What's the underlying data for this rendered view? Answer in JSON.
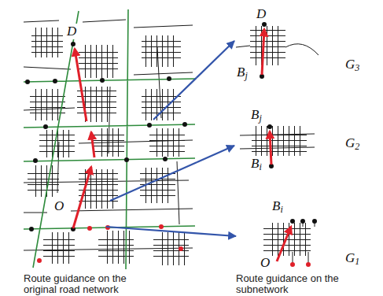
{
  "diagram": {
    "nodes": [
      {
        "text": [
          "D",
          "O"
        ]
      },
      {
        "text": [
          "D",
          "Bj",
          "G3"
        ]
      },
      {
        "text": [
          "Bj",
          "Bi",
          "G2"
        ]
      },
      {
        "text": [
          "Bi",
          "O",
          "G1"
        ]
      }
    ],
    "edges": [
      {
        "from": 0,
        "to": 1,
        "arrow": "to"
      },
      {
        "from": 0,
        "to": 2,
        "arrow": "to"
      },
      {
        "from": 0,
        "to": 3,
        "arrow": "to"
      }
    ],
    "labels": [
      "Route guidance on the original road network",
      "Route guidance on the subnetwork"
    ]
  }
}
